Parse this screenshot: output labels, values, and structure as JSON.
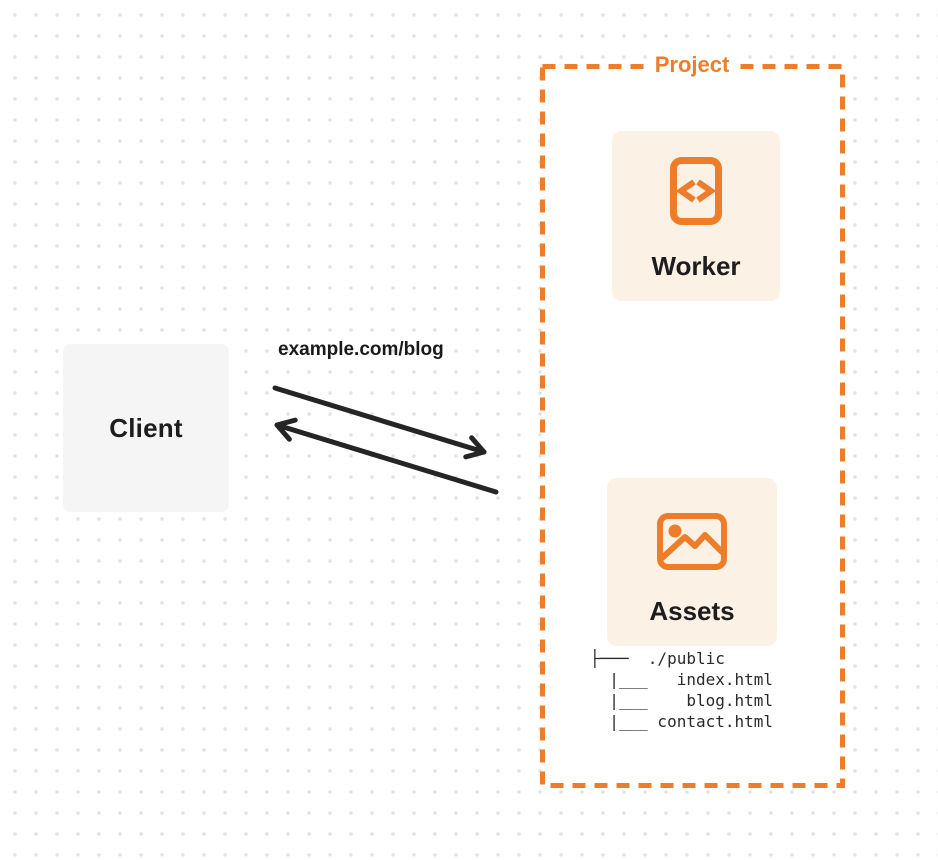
{
  "colors": {
    "accent_orange": "#ED7D2B",
    "card_cream": "#FCF1E5",
    "client_gray": "#F5F5F6",
    "arrow_dark": "#252525",
    "text_dark": "#1D1D1F"
  },
  "client": {
    "label": "Client"
  },
  "request": {
    "label": "example.com/blog"
  },
  "project": {
    "label": "Project",
    "worker": {
      "label": "Worker",
      "icon": "code-document-icon"
    },
    "assets": {
      "label": "Assets",
      "icon": "image-icon"
    },
    "file_tree": {
      "lines": [
        "├───  ./public",
        "  |___   index.html",
        "  |___    blog.html",
        "  |___ contact.html"
      ]
    }
  }
}
